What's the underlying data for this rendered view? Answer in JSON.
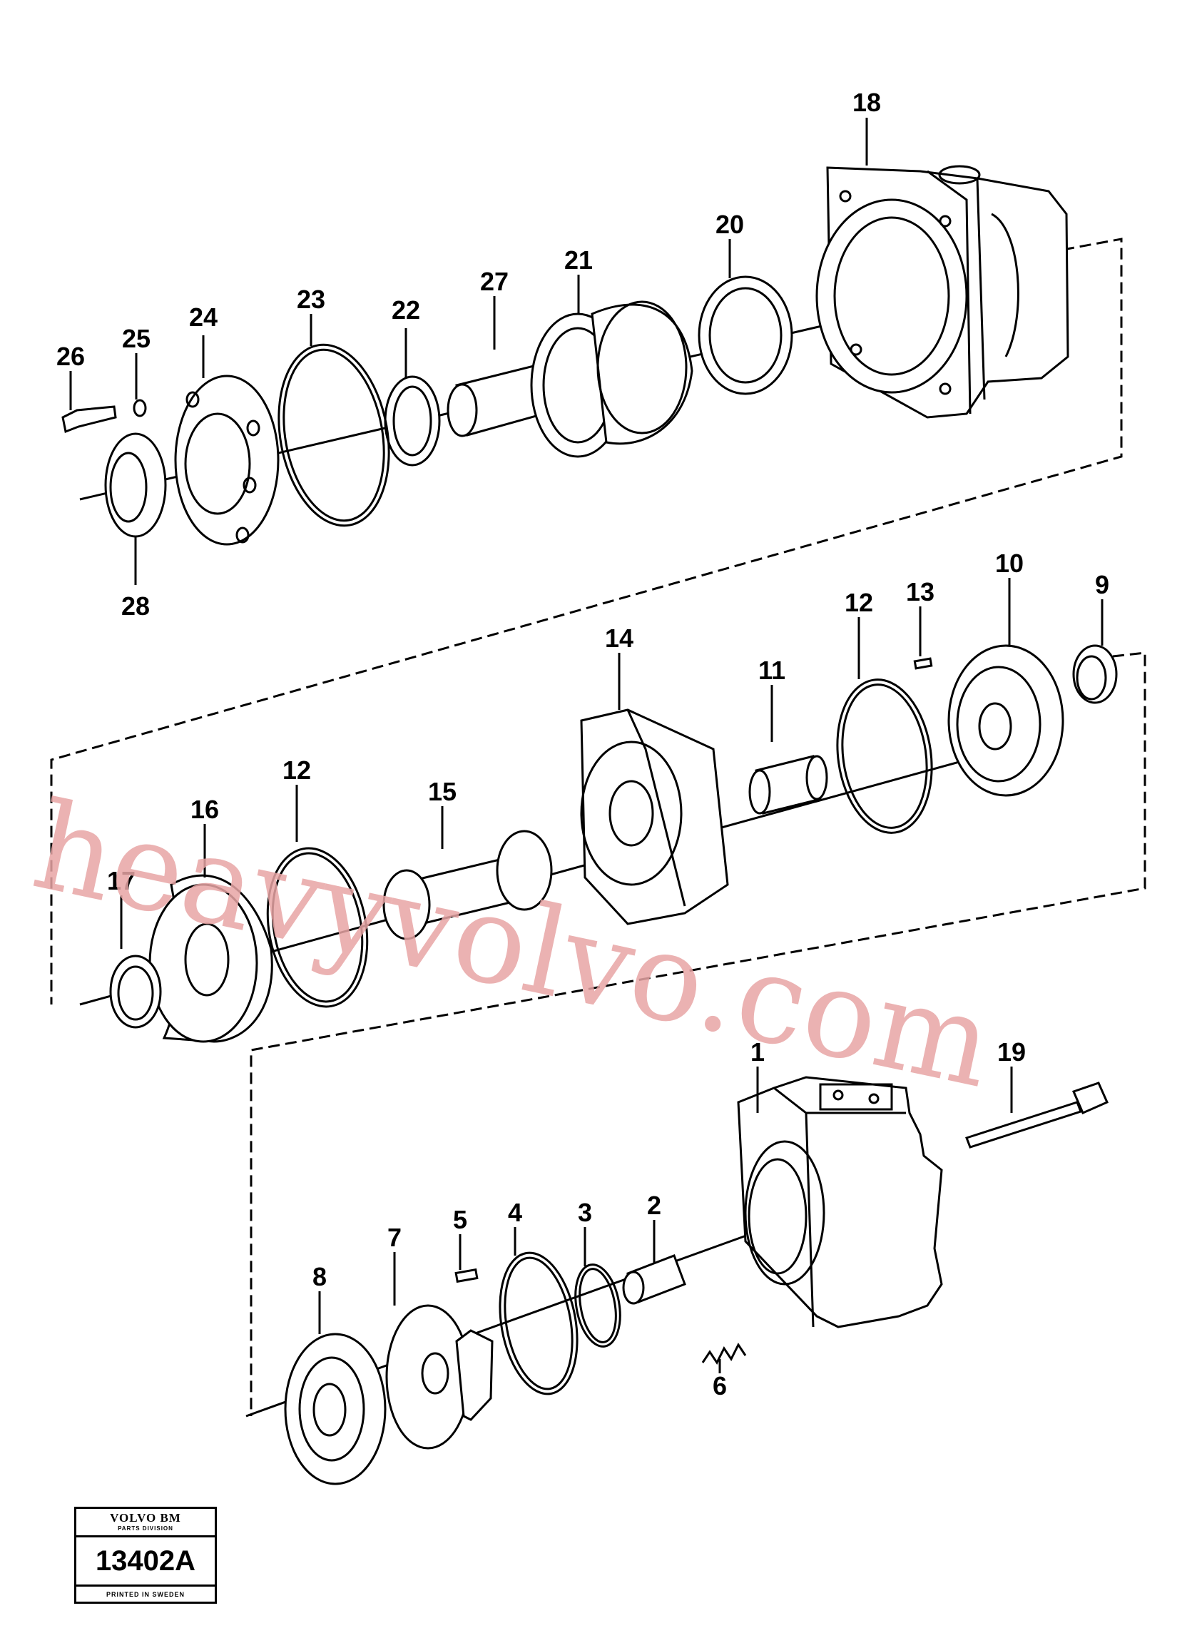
{
  "watermark": {
    "text": "heavyvolvo.com"
  },
  "stamp": {
    "brand": "VOLVO BM",
    "division": "PARTS DIVISION",
    "code": "13402A",
    "footer": "PRINTED IN SWEDEN"
  },
  "callouts": {
    "c1": "1",
    "c2": "2",
    "c3": "3",
    "c4": "4",
    "c5": "5",
    "c6": "6",
    "c7": "7",
    "c8": "8",
    "c9": "9",
    "c10": "10",
    "c11": "11",
    "c12a": "12",
    "c12b": "12",
    "c13": "13",
    "c14": "14",
    "c15": "15",
    "c16": "16",
    "c17": "17",
    "c18": "18",
    "c19": "19",
    "c20": "20",
    "c21": "21",
    "c22": "22",
    "c23": "23",
    "c24": "24",
    "c25": "25",
    "c26": "26",
    "c27": "27",
    "c28": "28"
  }
}
